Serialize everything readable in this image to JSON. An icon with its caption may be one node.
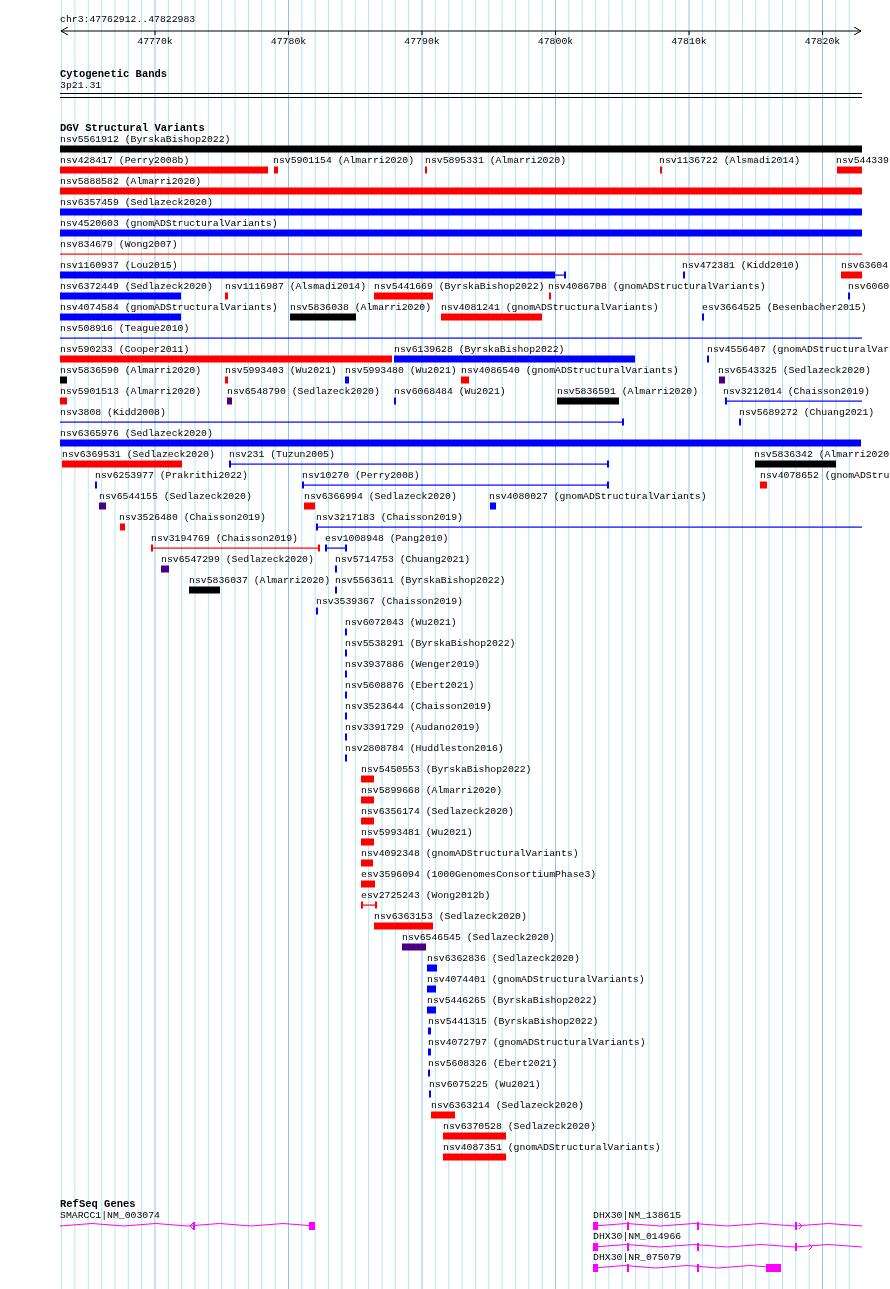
{
  "diagram": {
    "labels": [
      "chr3:47762912..47822983",
      "47770k",
      "47780k",
      "47790k",
      "47800k",
      "47810k",
      "47820k",
      "Cytogenetic Bands",
      "3p21.31",
      "DGV Structural Variants",
      "nsv5561912 (ByrskaBishop2022)",
      "nsv428417 (Perry2008b)",
      "nsv5901154 (Almarri2020)",
      "nsv5895331 (Almarri2020)",
      "nsv1136722 (Alsmadi2014)",
      "nsv544339",
      "nsv5888582 (Almarri2020)",
      "nsv6357459 (Sedlazeck2020)",
      "nsv4520603 (gnomADStructuralVariants)",
      "nsv834679 (Wong2007)",
      "nsv1160937 (Lou2015)",
      "nsv472381 (Kidd2010)",
      "nsv63604",
      "nsv6372449 (Sedlazeck2020)",
      "nsv1116987 (Alsmadi2014)",
      "nsv5441669 (ByrskaBishop2022)",
      "nsv4086708 (gnomADStructuralVariants)",
      "nsv6060",
      "nsv4074584 (gnomADStructuralVariants)",
      "nsv5836038 (Almarri2020)",
      "nsv4081241 (gnomADStructuralVariants)",
      "esv3664525 (Besenbacher2015)",
      "nsv508916 (Teague2010)",
      "nsv590233 (Cooper2011)",
      "nsv6139628 (ByrskaBishop2022)",
      "nsv4556407 (gnomADStructuralVar",
      "nsv5836590 (Almarri2020)",
      "nsv5993403 (Wu2021)",
      "nsv5993480 (Wu2021)",
      "nsv4086540 (gnomADStructuralVariants)",
      "nsv6543325 (Sedlazeck2020)",
      "nsv5901513 (Almarri2020)",
      "nsv6548790 (Sedlazeck2020)",
      "nsv6068484 (Wu2021)",
      "nsv5836591 (Almarri2020)",
      "nsv3212014 (Chaisson2019)",
      "nsv3808 (Kidd2008)",
      "nsv5689272 (Chuang2021)",
      "nsv6365976 (Sedlazeck2020)",
      "nsv6369531 (Sedlazeck2020)",
      "nsv231 (Tuzun2005)",
      "nsv5836342 (Almarri2020",
      "nsv6253977 (Prakrithi2022)",
      "nsv10270 (Perry2008)",
      "nsv4078652 (gnomADStru",
      "nsv6544155 (Sedlazeck2020)",
      "nsv6366994 (Sedlazeck2020)",
      "nsv4080027 (gnomADStructuralVariants)",
      "nsv3526480 (Chaisson2019)",
      "nsv3217183 (Chaisson2019)",
      "nsv3194769 (Chaisson2019)",
      "esv1008948 (Pang2010)",
      "nsv6547299 (Sedlazeck2020)",
      "nsv5714753 (Chuang2021)",
      "nsv5836037 (Almarri2020)",
      "nsv5563611 (ByrskaBishop2022)",
      "nsv3539367 (Chaisson2019)",
      "nsv6072043 (Wu2021)",
      "nsv5538291 (ByrskaBishop2022)",
      "nsv3937886 (Wenger2019)",
      "nsv5608876 (Ebert2021)",
      "nsv3523644 (Chaisson2019)",
      "nsv3391729 (Audano2019)",
      "nsv2808784 (Huddleston2016)",
      "nsv5450553 (ByrskaBishop2022)",
      "nsv5899668 (Almarri2020)",
      "nsv6356174 (Sedlazeck2020)",
      "nsv5993481 (Wu2021)",
      "nsv4092348 (gnomADStructuralVariants)",
      "esv3596094 (1000GenomesConsortiumPhase3)",
      "esv2725243 (Wong2012b)",
      "nsv6363153 (Sedlazeck2020)",
      "nsv6546545 (Sedlazeck2020)",
      "nsv6362836 (Sedlazeck2020)",
      "nsv4074401 (gnomADStructuralVariants)",
      "nsv5446265 (ByrskaBishop2022)",
      "nsv5441315 (ByrskaBishop2022)",
      "nsv4072797 (gnomADStructuralVariants)",
      "nsv5608326 (Ebert2021)",
      "nsv6075225 (Wu2021)",
      "nsv6363214 (Sedlazeck2020)",
      "nsv6370528 (Sedlazeck2020)",
      "nsv4087351 (gnomADStructuralVariants)",
      "RefSeq Genes",
      "SMARCC1|NM_003074",
      "DHX30|NM_138615",
      "DHX30|NM_014966",
      "DHX30|NR_075079"
    ]
  }
}
